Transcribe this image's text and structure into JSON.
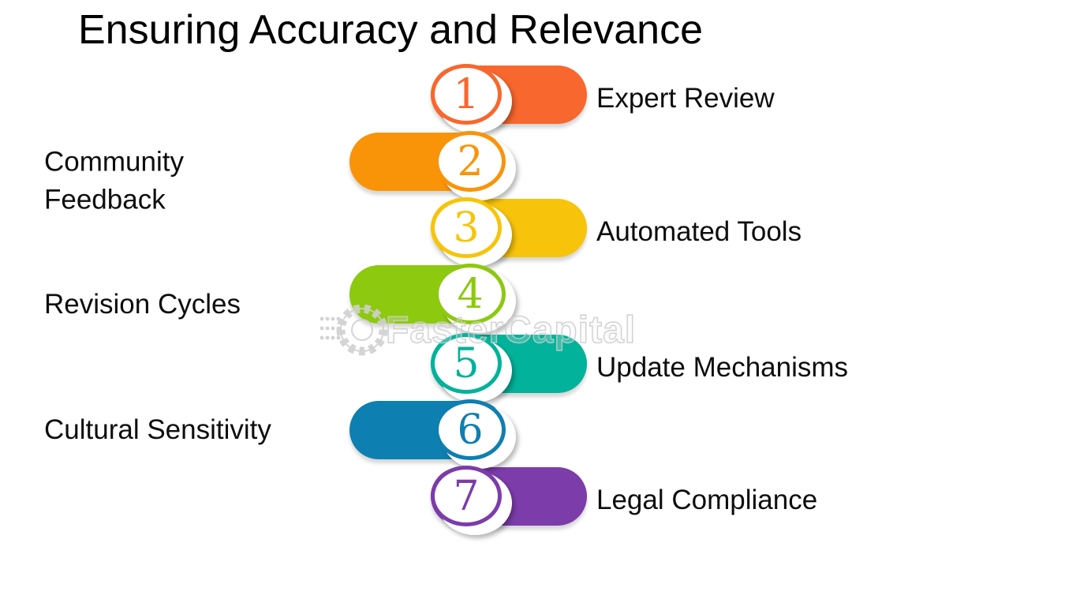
{
  "title": "Ensuring Accuracy and Relevance",
  "watermark": {
    "text": "FasterCapital",
    "icon": "gear-icon",
    "color": "#cccccc"
  },
  "items": [
    {
      "number": "1",
      "label": "Expert Review",
      "side": "right",
      "color": "#F8672D"
    },
    {
      "number": "2",
      "label": "Community Feedback",
      "side": "left",
      "color": "#F99408"
    },
    {
      "number": "3",
      "label": "Automated Tools",
      "side": "right",
      "color": "#F7C40B"
    },
    {
      "number": "4",
      "label": "Revision Cycles",
      "side": "left",
      "color": "#8CC90F"
    },
    {
      "number": "5",
      "label": "Update Mechanisms",
      "side": "right",
      "color": "#02B29A"
    },
    {
      "number": "6",
      "label": "Cultural Sensitivity",
      "side": "left",
      "color": "#0E7FB1"
    },
    {
      "number": "7",
      "label": "Legal Compliance",
      "side": "right",
      "color": "#7C3CAA"
    }
  ]
}
